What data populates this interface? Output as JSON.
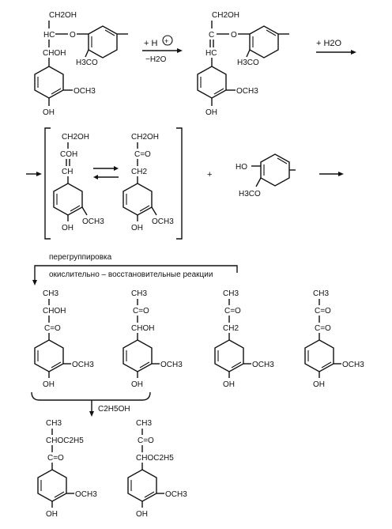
{
  "scheme": {
    "step1": {
      "reagent_top": "+ H",
      "proton_charge": "+",
      "reagent_bottom": "−H2O"
    },
    "step2": {
      "reagent": "+ H2O"
    },
    "plus": "+",
    "rearrangement": "перегруппировка",
    "redox": "окислительно – восстановительные  реакции",
    "ethanol": "C2H5OH"
  },
  "labels": {
    "ch2oh": "CH2OH",
    "hc": "HC",
    "chOH": "CHOH",
    "o": "O",
    "h3co": "H3CO",
    "och3": "OCH3",
    "oh": "OH",
    "c": "C",
    "coh": "COH",
    "ch": "CH",
    "ch2": "CH2",
    "ch3": "CH3",
    "ceqo": "C=O",
    "ho": "HO",
    "choc2h5": "CHOC2H5"
  }
}
